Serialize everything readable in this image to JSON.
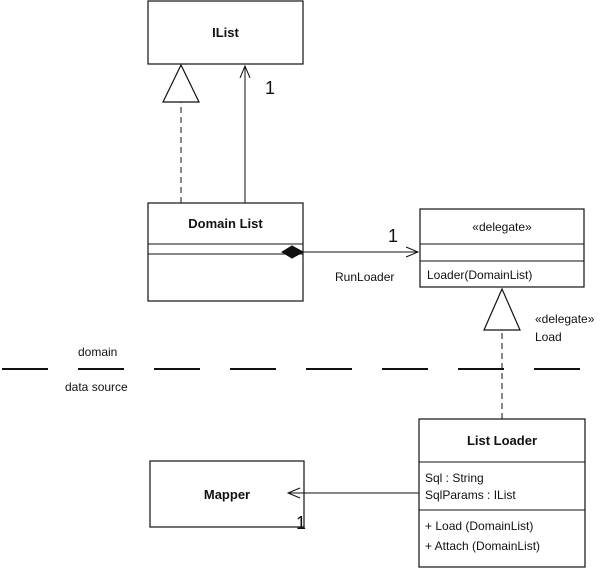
{
  "classes": {
    "ilist": {
      "name": "IList"
    },
    "domain_list": {
      "name": "Domain List"
    },
    "delegate": {
      "stereotype": "«delegate»",
      "operation": "Loader(DomainList)"
    },
    "list_loader": {
      "name": "List Loader",
      "attributes": [
        "Sql : String",
        "SqlParams : IList"
      ],
      "operations": [
        "+ Load (DomainList)",
        "+ Attach (DomainList)"
      ]
    },
    "mapper": {
      "name": "Mapper"
    }
  },
  "labels": {
    "ilist_multiplicity": "1",
    "delegate_multiplicity": "1",
    "mapper_multiplicity": "1",
    "run_loader": "RunLoader",
    "realization_stereotype": "«delegate»",
    "realization_name": "Load",
    "layer_above": "domain",
    "layer_below": "data source"
  }
}
